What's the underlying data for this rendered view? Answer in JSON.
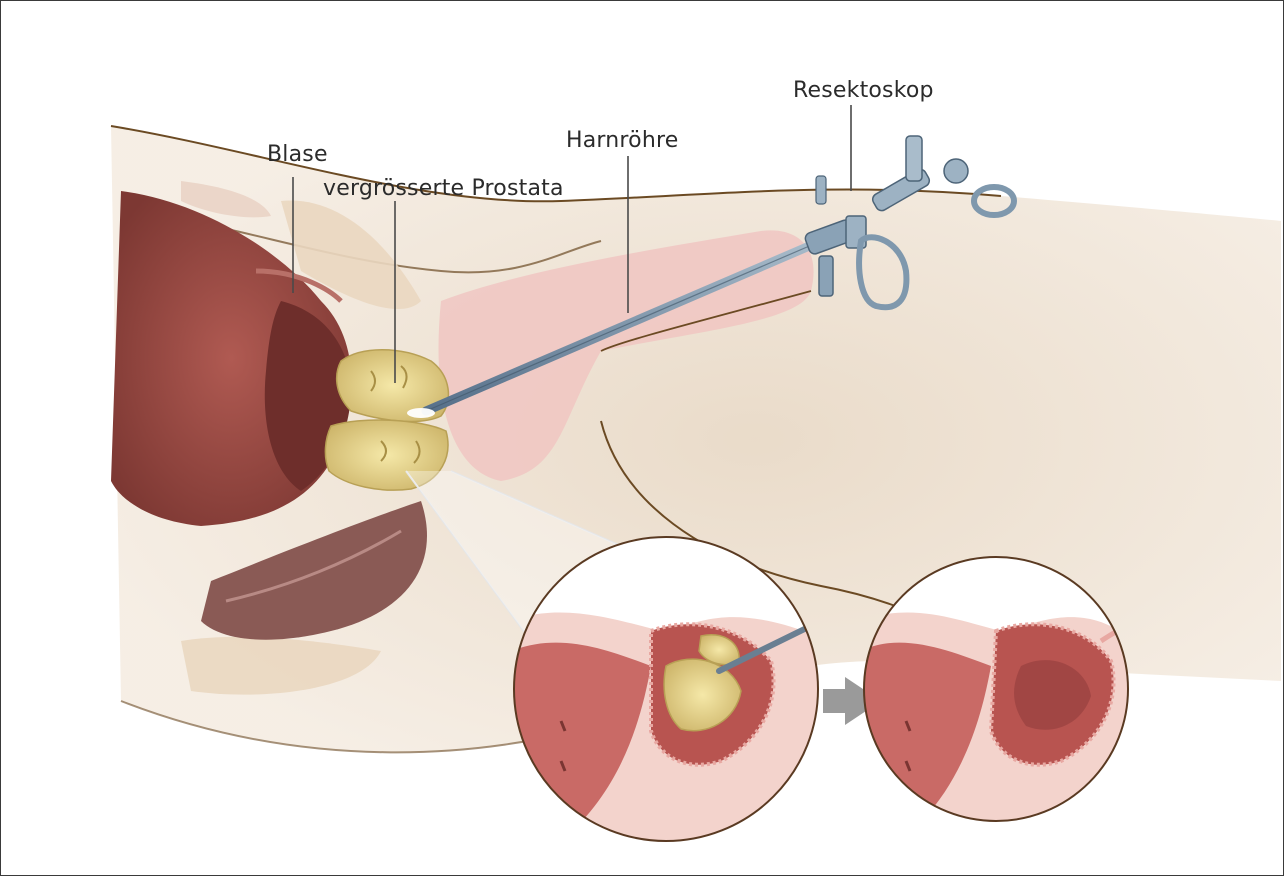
{
  "labels": {
    "bladder": "Blase",
    "enlarged_prostate": "vergrösserte Prostata",
    "urethra": "Harnröhre",
    "resectoscope": "Resektoskop"
  },
  "colors": {
    "skin": "#f0e0cc",
    "skin_outline": "#6b4a23",
    "bladder_wall": "#9a4a44",
    "bladder_inner": "#7a3532",
    "prostate": "#e8d48a",
    "urethra_pink": "#f0c6c2",
    "rectum": "#8a5a55",
    "instrument": "#7f98ad",
    "circle_border": "#5a3a22",
    "arrow": "#9a9a9a"
  }
}
